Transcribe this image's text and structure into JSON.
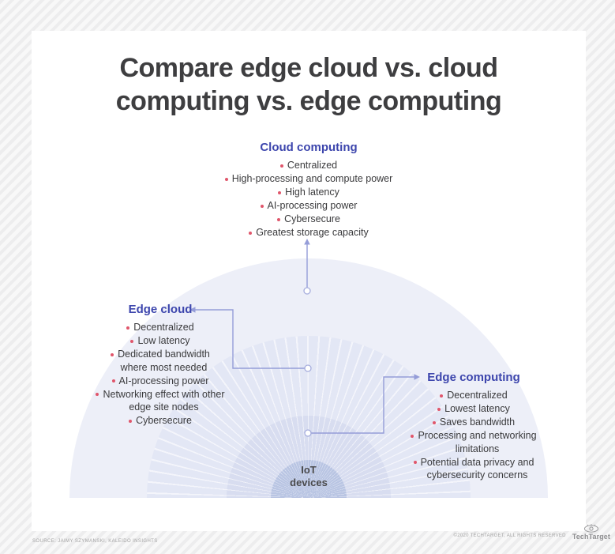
{
  "title": "Compare edge cloud vs. cloud\ncomputing vs. edge computing",
  "sections": {
    "cloud_computing": {
      "heading": "Cloud computing",
      "items": [
        "Centralized",
        "High-processing and compute power",
        "High latency",
        "AI-processing power",
        "Cybersecure",
        "Greatest storage capacity"
      ]
    },
    "edge_cloud": {
      "heading": "Edge cloud",
      "items": [
        "Decentralized",
        "Low latency",
        "Dedicated bandwidth\nwhere most needed",
        "AI-processing power",
        "Networking effect with other\nedge site nodes",
        "Cybersecure"
      ]
    },
    "edge_computing": {
      "heading": "Edge computing",
      "items": [
        "Decentralized",
        "Lowest latency",
        "Saves bandwidth",
        "Processing and networking\nlimitations",
        "Potential data privacy and\ncybersecurity concerns"
      ]
    }
  },
  "center_label": "IoT\ndevices",
  "footer": {
    "source": "SOURCE: JAIMY SZYMANSKI, KALEIDO INSIGHTS",
    "copyright": "©2020 TECHTARGET, ALL RIGHTS RESERVED",
    "brand": "TechTarget"
  },
  "colors": {
    "heading_accent": "#3d46ad",
    "bullet": "#e0566b",
    "connector": "#959dd8",
    "title_text": "#3e3e40",
    "body_text": "#3a3a3c",
    "ring_cloud_computing": "#edeff8",
    "ring_edge_cloud": "#e3e7f5",
    "ring_edge_computing": "#d8ddf0",
    "ring_iot_devices": "#b9c5e3"
  }
}
